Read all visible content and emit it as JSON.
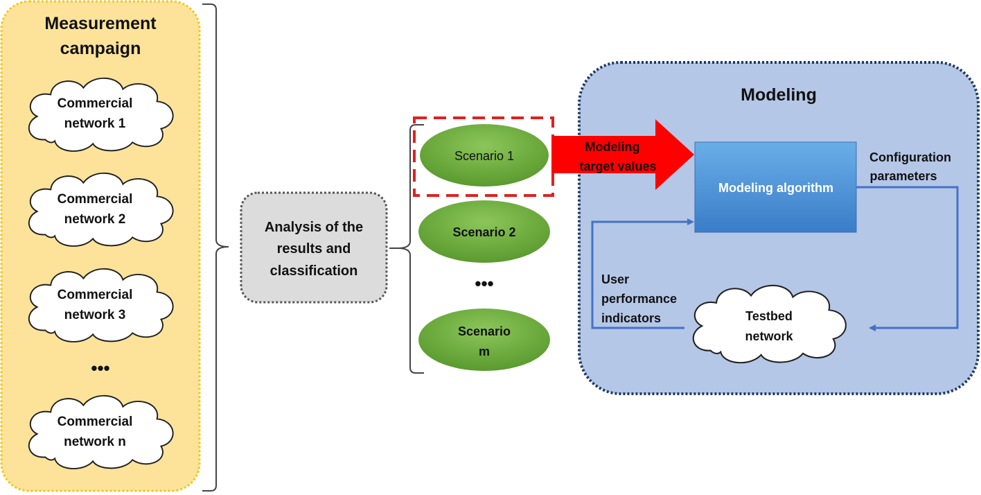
{
  "measurement": {
    "title_line1": "Measurement",
    "title_line2": "campaign",
    "networks": [
      {
        "line1": "Commercial",
        "line2": "network 1"
      },
      {
        "line1": "Commercial",
        "line2": "network 2"
      },
      {
        "line1": "Commercial",
        "line2": "network 3"
      },
      {
        "line1": "Commercial",
        "line2": "network n"
      }
    ],
    "ellipsis": "•••"
  },
  "analysis": {
    "line1": "Analysis of the",
    "line2": "results and",
    "line3": "classification"
  },
  "scenarios": {
    "items": [
      {
        "line1": "Scenario 1",
        "line2": ""
      },
      {
        "line1": "Scenario 2",
        "line2": ""
      },
      {
        "line1": "Scenario",
        "line2": "m"
      }
    ],
    "ellipsis": "•••"
  },
  "arrow_label": {
    "line1": "Modeling",
    "line2": "target values"
  },
  "modeling": {
    "title": "Modeling",
    "algorithm": "Modeling algorithm",
    "config_line1": "Configuration",
    "config_line2": "parameters",
    "testbed_line1": "Testbed",
    "testbed_line2": "network",
    "user_line1": "User",
    "user_line2": "performance",
    "user_line3": "indicators"
  },
  "colors": {
    "measurement_fill": "#fde39a",
    "measurement_border": "#f5c518",
    "analysis_fill": "#dcdcdc",
    "scenario_fill": "#72b043",
    "highlight_border": "#e02020",
    "arrow_fill": "#ff0000",
    "modeling_fill": "#b4c7e7",
    "modeling_border": "#1f3864",
    "algorithm_fill": "#4a8fd6",
    "connector": "#4472c4"
  }
}
